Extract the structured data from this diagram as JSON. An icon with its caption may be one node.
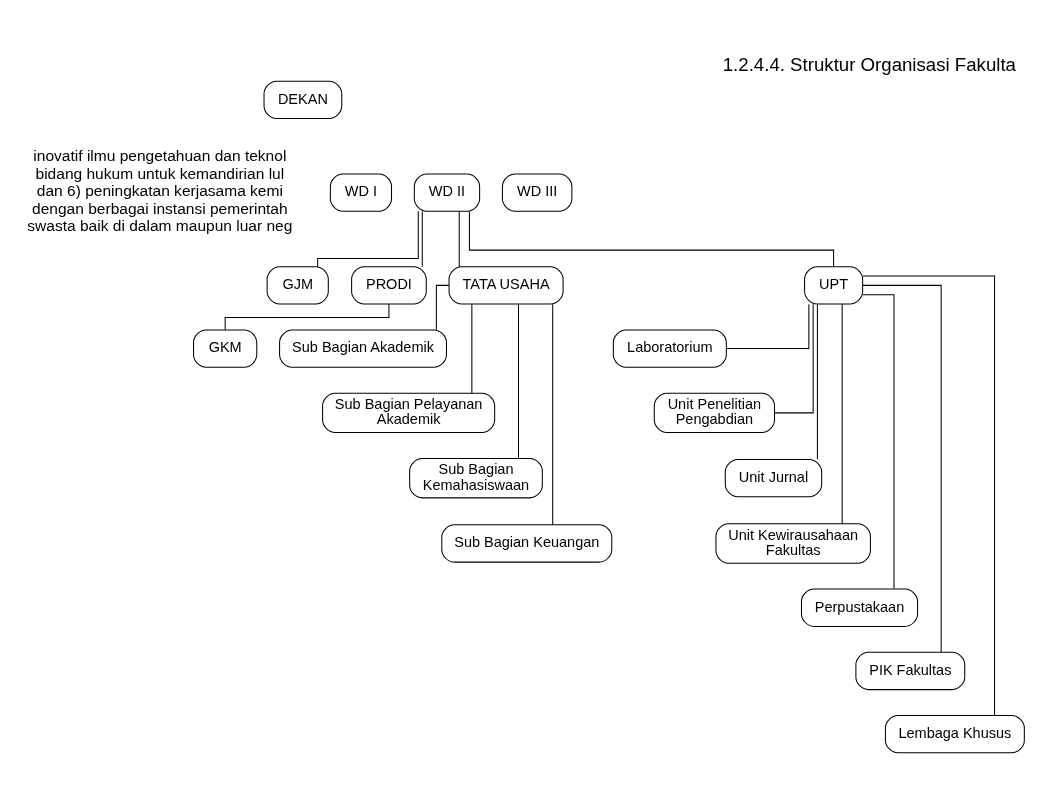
{
  "diagram": {
    "title": "1.2.4.4. Struktur Organisasi Fakulta",
    "nodes": [
      {
        "text": [
          "DEKAN"
        ]
      },
      {
        "text": [
          "WD I"
        ]
      },
      {
        "text": [
          "WD II"
        ]
      },
      {
        "text": [
          "WD III"
        ]
      },
      {
        "text": [
          "GJM"
        ]
      },
      {
        "text": [
          "PRODI"
        ]
      },
      {
        "text": [
          "TATA USAHA"
        ]
      },
      {
        "text": [
          "UPT"
        ]
      },
      {
        "text": [
          "GKM"
        ]
      },
      {
        "text": [
          "Sub Bagian Akademik"
        ]
      },
      {
        "text": [
          "Sub Bagian Pelayanan Akademik"
        ]
      },
      {
        "text": [
          "Sub Bagian Kemahasiswaan"
        ]
      },
      {
        "text": [
          "Sub Bagian Keuangan"
        ]
      },
      {
        "text": [
          "Laboratorium"
        ]
      },
      {
        "text": [
          "Unit Penelitian Pengabdian"
        ]
      },
      {
        "text": [
          "Unit Jurnal"
        ]
      },
      {
        "text": [
          "Unit Kewirausahaan Fakultas"
        ]
      },
      {
        "text": [
          "Perpustakaan"
        ]
      },
      {
        "text": [
          "PIK Fakultas"
        ]
      },
      {
        "text": [
          "Lembaga Khusus"
        ]
      }
    ],
    "edges": [
      {
        "from": 2,
        "to": 4,
        "arrow": "none"
      },
      {
        "from": 2,
        "to": 5,
        "arrow": "none"
      },
      {
        "from": 2,
        "to": 6,
        "arrow": "none"
      },
      {
        "from": 2,
        "to": 7,
        "arrow": "none"
      },
      {
        "from": 5,
        "to": 8,
        "arrow": "none"
      },
      {
        "from": 6,
        "to": 9,
        "arrow": "none"
      },
      {
        "from": 6,
        "to": 10,
        "arrow": "none"
      },
      {
        "from": 6,
        "to": 11,
        "arrow": "none"
      },
      {
        "from": 6,
        "to": 12,
        "arrow": "none"
      },
      {
        "from": 7,
        "to": 13,
        "arrow": "none"
      },
      {
        "from": 7,
        "to": 14,
        "arrow": "none"
      },
      {
        "from": 7,
        "to": 15,
        "arrow": "none"
      },
      {
        "from": 7,
        "to": 16,
        "arrow": "none"
      },
      {
        "from": 7,
        "to": 17,
        "arrow": "none"
      },
      {
        "from": 7,
        "to": 18,
        "arrow": "none"
      },
      {
        "from": 7,
        "to": 19,
        "arrow": "none"
      }
    ],
    "labels": [
      "inovatif ilmu pengetahuan dan teknol bidang hukum untuk kemandirian lul dan 6) peningkatan kerjasama kemi dengan berbagai instansi pemerintah swasta baik di dalam maupun luar neg"
    ]
  }
}
